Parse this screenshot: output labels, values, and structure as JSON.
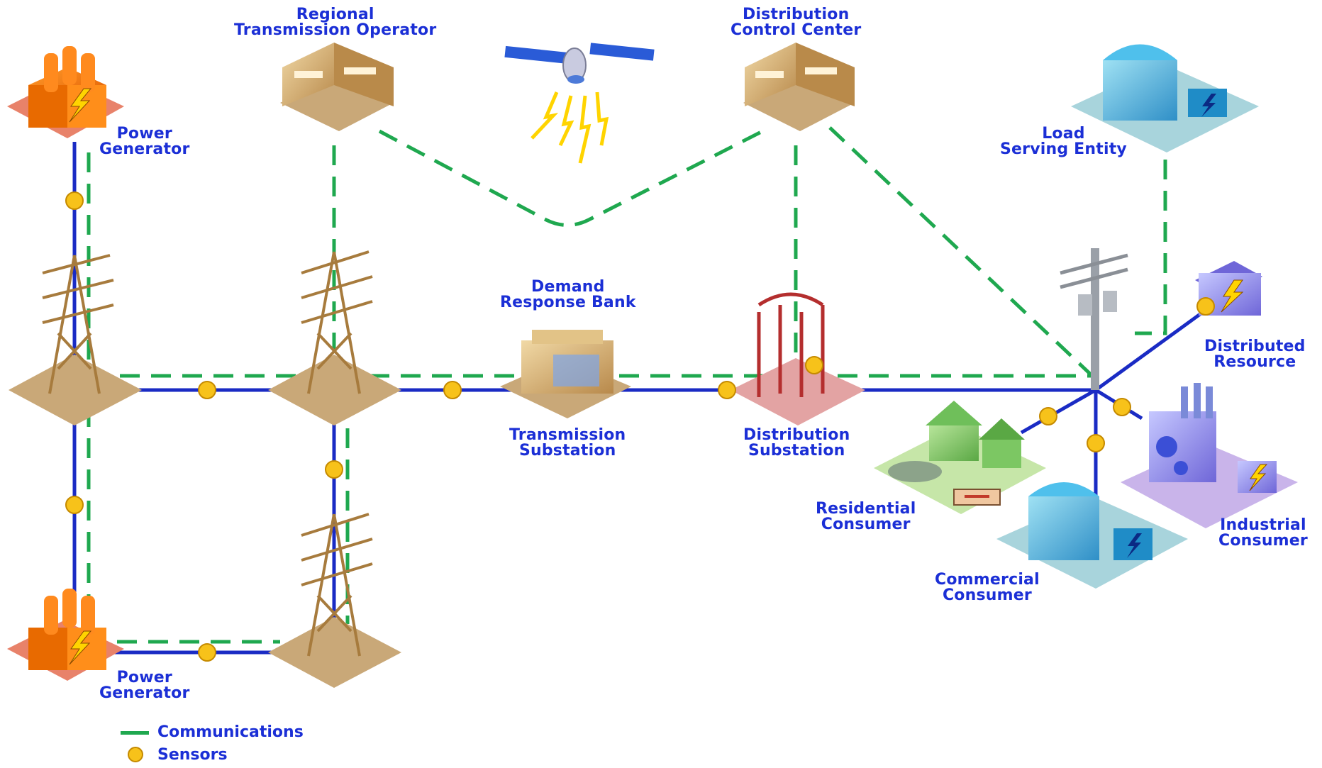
{
  "labels": {
    "power_generator_top": [
      "Power",
      "Generator"
    ],
    "regional_transmission_operator": [
      "Regional",
      "Transmission Operator"
    ],
    "distribution_control_center": [
      "Distribution",
      "Control Center"
    ],
    "load_serving_entity": [
      "Load",
      "Serving Entity"
    ],
    "demand_response_bank": [
      "Demand",
      "Response Bank"
    ],
    "transmission_substation": [
      "Transmission",
      "Substation"
    ],
    "distribution_substation": [
      "Distribution",
      "Substation"
    ],
    "distributed_resource": [
      "Distributed",
      "Resource"
    ],
    "residential_consumer": [
      "Residential",
      "Consumer"
    ],
    "commercial_consumer": [
      "Commercial",
      "Consumer"
    ],
    "industrial_consumer": [
      "Industrial",
      "Consumer"
    ],
    "power_generator_bottom": [
      "Power",
      "Generator"
    ]
  },
  "legend": {
    "communications": "Communications",
    "sensors": "Sensors"
  },
  "colors": {
    "power_line": "#1a2bc4",
    "communications_line": "#1fa84f",
    "sensor": "#f7c21a",
    "label_text": "#1b2fd6",
    "tower_base": "#c9a878",
    "generator_base": "#e8826a",
    "substation_base": "#e3a3a3",
    "consumer_base": "#a8d4dc",
    "industrial_base": "#c9b4ea"
  }
}
